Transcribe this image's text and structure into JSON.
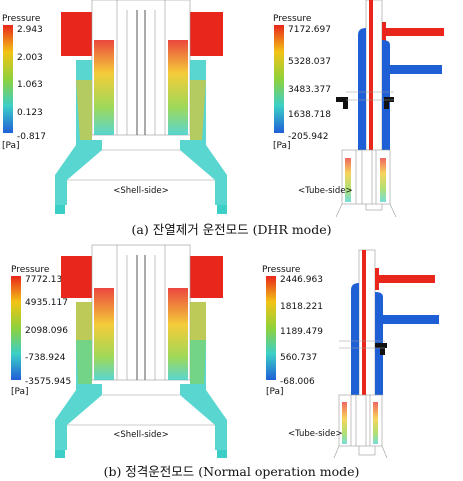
{
  "panels": [
    {
      "id": "a",
      "caption": "(a) 잔열제거 운전모드 (DHR mode)",
      "shell": {
        "legend_title": "Pressure",
        "ticks": [
          "2.943",
          "2.003",
          "1.063",
          "0.123",
          "-0.817"
        ],
        "unit": "[Pa]",
        "side_label": "<Shell-side>"
      },
      "tube": {
        "legend_title": "Pressure",
        "ticks": [
          "7172.697",
          "5328.037",
          "3483.377",
          "1638.718",
          "-205.942"
        ],
        "unit": "[Pa]",
        "side_label": "<Tube-side>"
      }
    },
    {
      "id": "b",
      "caption": "(b) 정격운전모드 (Normal operation mode)",
      "shell": {
        "legend_title": "Pressure",
        "ticks": [
          "7772.137",
          "4935.117",
          "2098.096",
          "-738.924",
          "-3575.945"
        ],
        "unit": "[Pa]",
        "side_label": "<Shell-side>"
      },
      "tube": {
        "legend_title": "Pressure",
        "ticks": [
          "2446.963",
          "1818.221",
          "1189.479",
          "560.737",
          "-68.006"
        ],
        "unit": "[Pa]",
        "side_label": "<Tube-side>"
      }
    }
  ],
  "colors": {
    "high": "#e8261c",
    "mid_high": "#f2c316",
    "mid": "#8fd13a",
    "mid_low": "#3ccfc8",
    "low": "#1f5fd6",
    "outline": "#9a9a9a"
  }
}
